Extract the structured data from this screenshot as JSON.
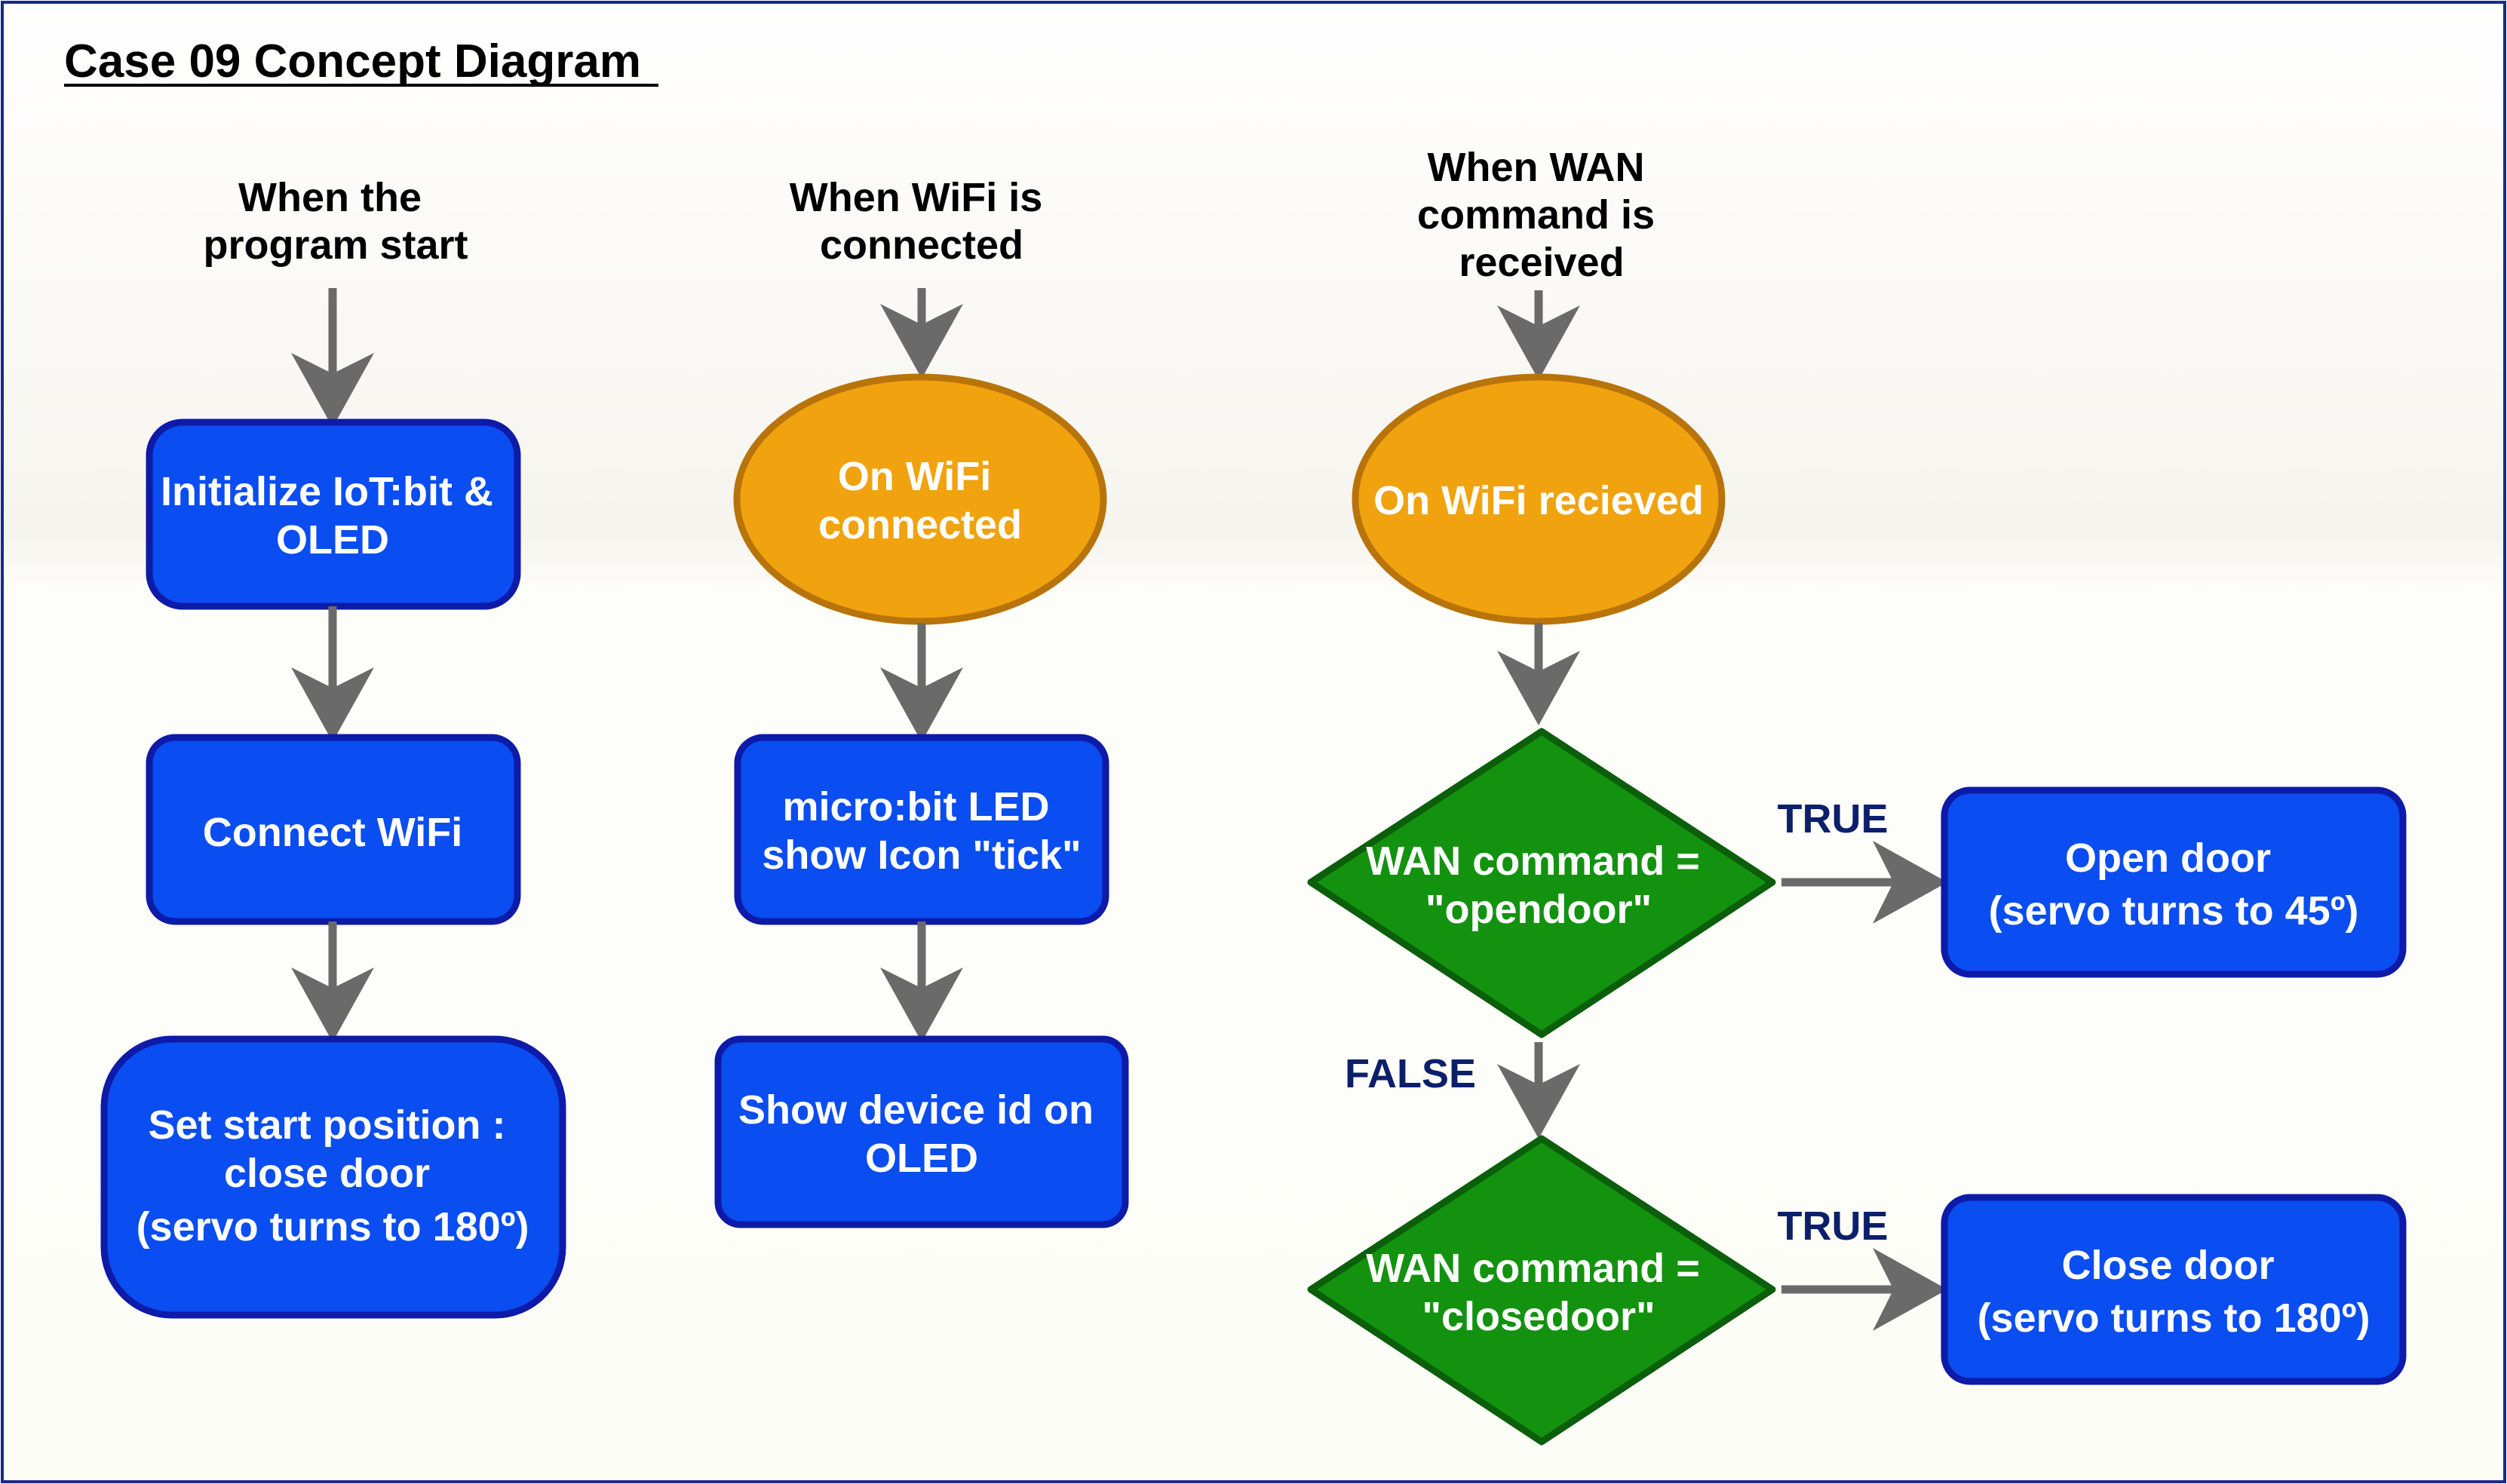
{
  "title": "Case 09 Concept Diagram",
  "colors": {
    "process_fill": "#0a4df0",
    "process_stroke": "#0e1aa8",
    "event_fill": "#f0a30f",
    "event_stroke": "#b8740a",
    "decision_fill": "#13920f",
    "decision_stroke": "#0b5e0a",
    "arrow": "#6a6a6a",
    "condition_text": "#0b1f6b"
  },
  "columns": {
    "start": {
      "trigger": [
        "When the",
        "program start"
      ],
      "steps": [
        [
          "Initialize IoT:bit &",
          "OLED"
        ],
        [
          "Connect WiFi"
        ],
        [
          "Set start position :",
          "close door",
          "(servo turns to 180º)"
        ]
      ]
    },
    "wifi": {
      "trigger": [
        "When WiFi is",
        "connected"
      ],
      "event": [
        "On WiFi",
        "connected"
      ],
      "steps": [
        [
          "micro:bit LED",
          "show Icon \"tick\""
        ],
        [
          "Show device id on",
          "OLED"
        ]
      ]
    },
    "wan": {
      "trigger": [
        "When WAN",
        "command is",
        "received"
      ],
      "event": [
        "On WiFi recieved"
      ],
      "decisions": [
        {
          "text": [
            "WAN command =",
            "\"opendoor\""
          ],
          "true_label": "TRUE",
          "true_action": [
            "Open door",
            "(servo turns to 45º)"
          ]
        },
        {
          "text": [
            "WAN command =",
            "\"closedoor\""
          ],
          "true_label": "TRUE",
          "true_action": [
            "Close door",
            "(servo turns to 180º)"
          ]
        }
      ],
      "false_label": "FALSE"
    }
  }
}
